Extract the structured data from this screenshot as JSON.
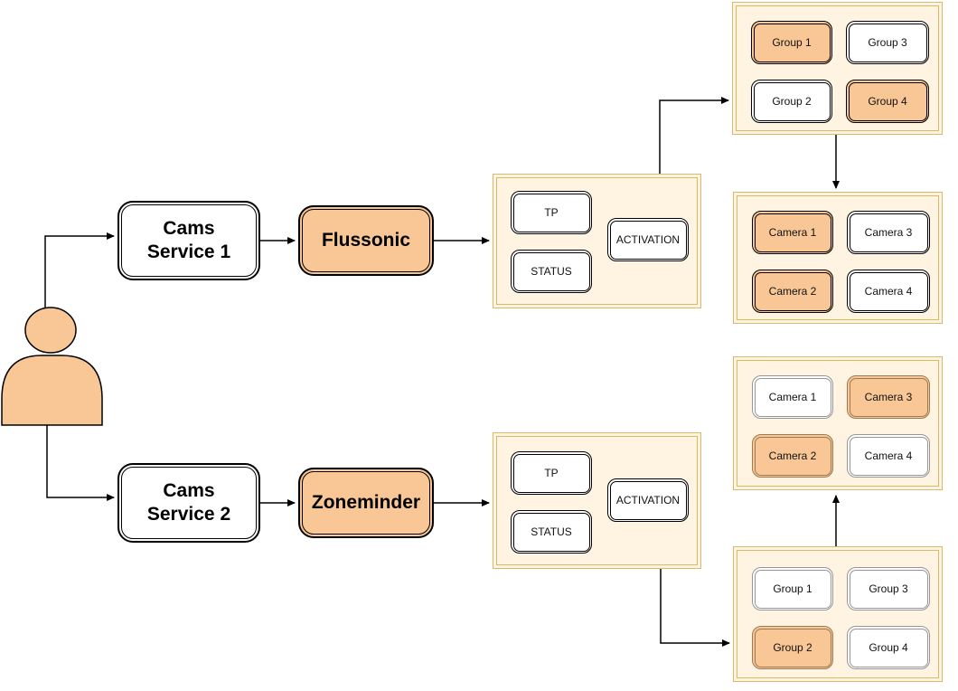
{
  "colors": {
    "orange": "#F8C795",
    "cream": "#FFF3E1",
    "gold": "#D9BA67",
    "black": "#000000",
    "gray": "#969696",
    "gray_on_orange": "#9B7B55",
    "white": "#FFFFFF"
  },
  "person": {
    "name": "User"
  },
  "nodes": [
    {
      "id": "cams-service-1",
      "label": "Cams\nService 1",
      "fill": "#FFFFFF"
    },
    {
      "id": "flussonic",
      "label": "Flussonic",
      "fill": "#F8C795"
    },
    {
      "id": "cams-service-2",
      "label": "Cams\nService 2",
      "fill": "#FFFFFF"
    },
    {
      "id": "zoneminder",
      "label": "Zoneminder",
      "fill": "#F8C795"
    }
  ],
  "panels": [
    {
      "id": "flussonic-controls",
      "boxes": [
        {
          "label": "TP",
          "fill": "#FFFFFF",
          "stroke": "#000000"
        },
        {
          "label": "STATUS",
          "fill": "#FFFFFF",
          "stroke": "#000000"
        },
        {
          "label": "ACTIVATION",
          "fill": "#FFFFFF",
          "stroke": "#000000"
        }
      ]
    },
    {
      "id": "flussonic-groups",
      "boxes": [
        {
          "label": "Group 1",
          "fill": "#F8C795",
          "stroke": "#000000"
        },
        {
          "label": "Group 3",
          "fill": "#FFFFFF",
          "stroke": "#000000"
        },
        {
          "label": "Group 2",
          "fill": "#FFFFFF",
          "stroke": "#000000"
        },
        {
          "label": "Group 4",
          "fill": "#F8C795",
          "stroke": "#000000"
        }
      ]
    },
    {
      "id": "flussonic-cameras",
      "boxes": [
        {
          "label": "Camera 1",
          "fill": "#F8C795",
          "stroke": "#000000"
        },
        {
          "label": "Camera 3",
          "fill": "#FFFFFF",
          "stroke": "#000000"
        },
        {
          "label": "Camera 2",
          "fill": "#F8C795",
          "stroke": "#000000"
        },
        {
          "label": "Camera 4",
          "fill": "#FFFFFF",
          "stroke": "#000000"
        }
      ]
    },
    {
      "id": "zoneminder-controls",
      "boxes": [
        {
          "label": "TP",
          "fill": "#FFFFFF",
          "stroke": "#000000"
        },
        {
          "label": "STATUS",
          "fill": "#FFFFFF",
          "stroke": "#000000"
        },
        {
          "label": "ACTIVATION",
          "fill": "#FFFFFF",
          "stroke": "#000000"
        }
      ]
    },
    {
      "id": "zoneminder-cameras",
      "boxes": [
        {
          "label": "Camera 1",
          "fill": "#FFFFFF",
          "stroke": "#969696"
        },
        {
          "label": "Camera 3",
          "fill": "#F8C795",
          "stroke": "#9B7B55"
        },
        {
          "label": "Camera 2",
          "fill": "#F8C795",
          "stroke": "#9B7B55"
        },
        {
          "label": "Camera 4",
          "fill": "#FFFFFF",
          "stroke": "#969696"
        }
      ]
    },
    {
      "id": "zoneminder-groups",
      "boxes": [
        {
          "label": "Group 1",
          "fill": "#FFFFFF",
          "stroke": "#969696"
        },
        {
          "label": "Group 3",
          "fill": "#FFFFFF",
          "stroke": "#969696"
        },
        {
          "label": "Group 2",
          "fill": "#F8C795",
          "stroke": "#9B7B55"
        },
        {
          "label": "Group 4",
          "fill": "#FFFFFF",
          "stroke": "#969696"
        }
      ]
    }
  ]
}
